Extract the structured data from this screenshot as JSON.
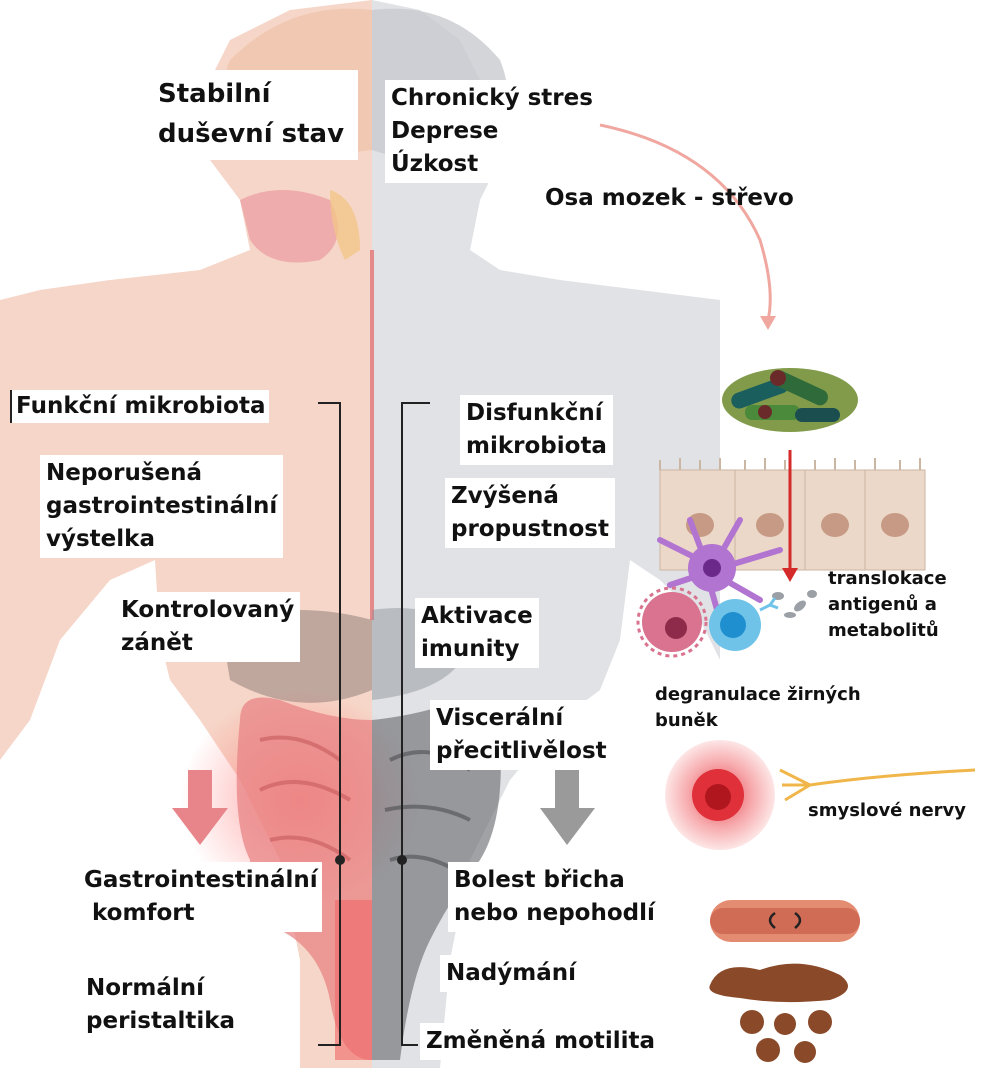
{
  "healthy": {
    "mind": "Stabilní\nduševní stav",
    "microbiota": "Funkční mikrobiota",
    "lining": "Neporušená\ngastrointestinální\nvýstelka",
    "inflammation": "Kontrolovaný\nzánět",
    "comfort": "Gastrointestinální\n komfort",
    "peristalsis": "Normální\nperistaltika"
  },
  "disease": {
    "mind": "Chronický stres\nDeprese\nÚzkost",
    "axis": "Osa mozek - střevo",
    "microbiota": "Disfunkční\nmikrobiota",
    "permeability": "Zvýšená\npropustnost",
    "immunity": "Aktivace\nimunity",
    "hypersensitivity": "Viscerální\npřecitlivělost",
    "pain": "Bolest břicha\nnebo nepohodlí",
    "bloating": "Nadýmání",
    "motility": "Změněná motilita"
  },
  "mechanisms": {
    "translocation": "translokace\nantigenů a\nmetabolitů",
    "mast_cells": "degranulace žirných\nbuněk",
    "nerves": "smyslové nervy"
  },
  "colors": {
    "healthy_side": "#f5d2c4",
    "disease_side": "#dcdde0",
    "healthy_arrow": "#e8858a",
    "disease_arrow": "#9a9a9a",
    "axis_arrow": "#f0a7a0",
    "translocation_arrow": "#d42a2a"
  }
}
